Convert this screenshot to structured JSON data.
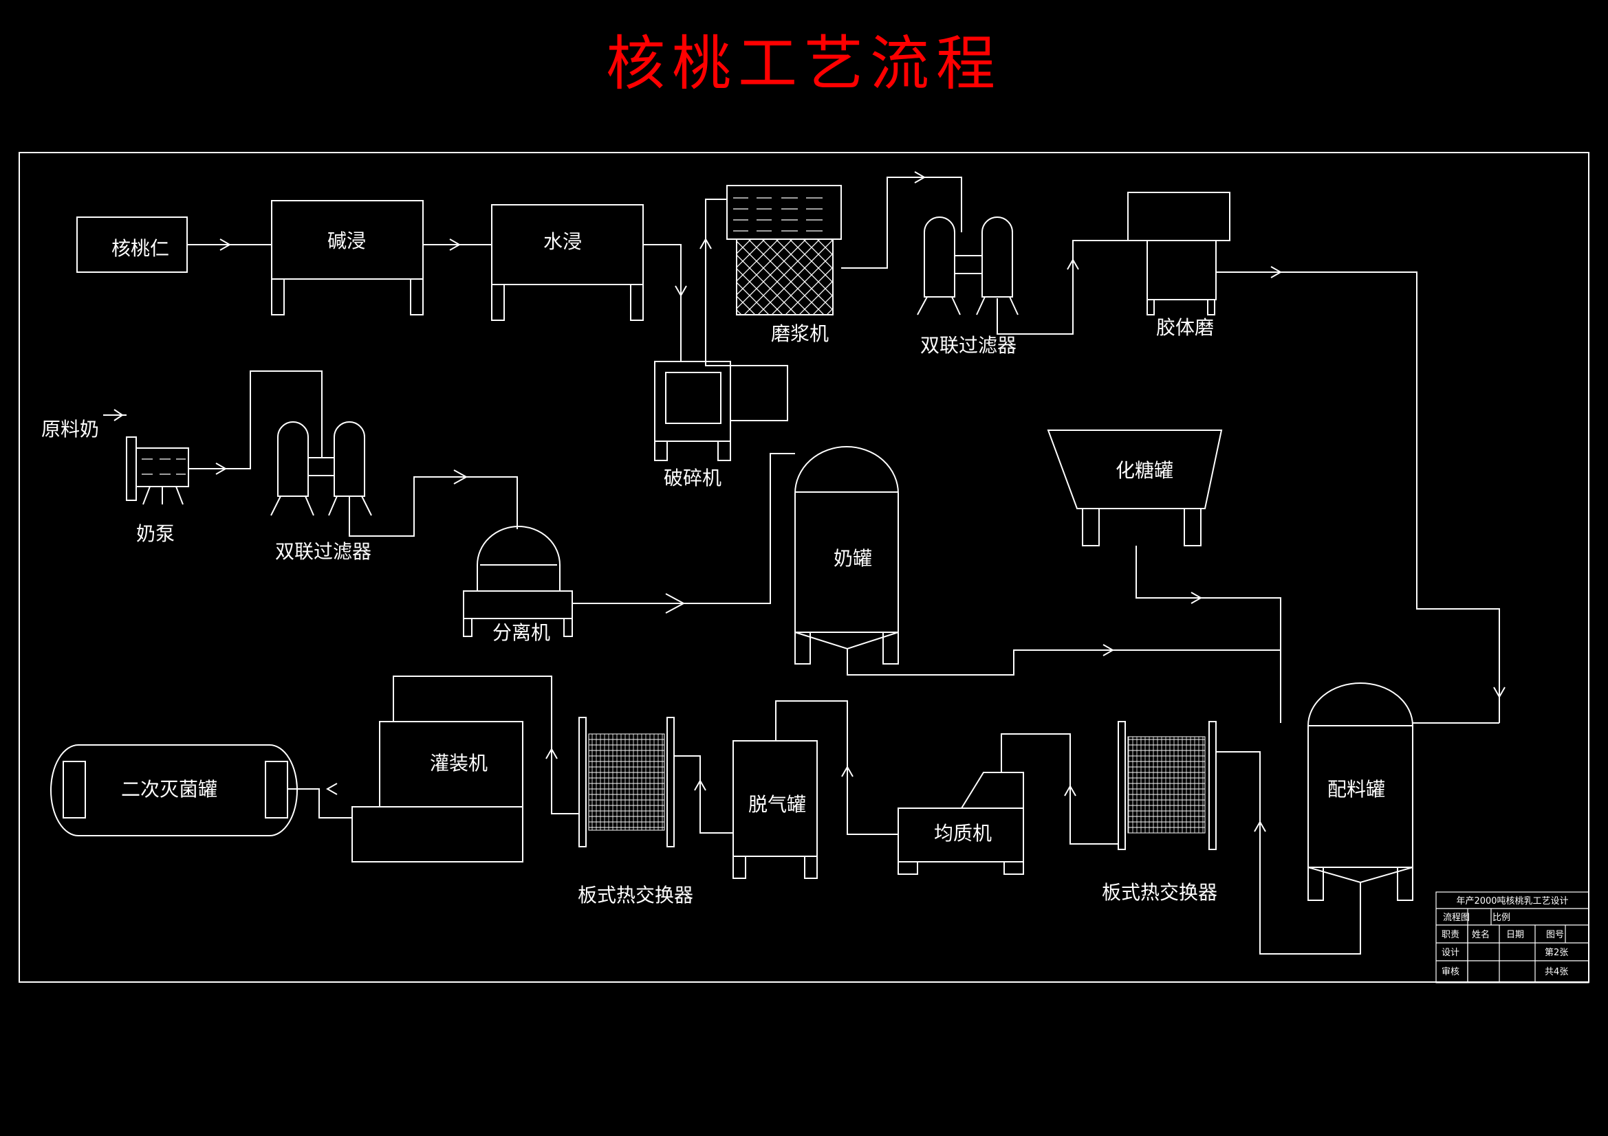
{
  "title": "核桃工艺流程",
  "labels": {
    "walnut_kernel": "核桃仁",
    "alkali_soak": "碱浸",
    "water_soak": "水浸",
    "grinder": "磨浆机",
    "duplex_filter_top": "双联过滤器",
    "colloid_mill": "胶体磨",
    "raw_milk": "原料奶",
    "milk_pump": "奶泵",
    "duplex_filter_left": "双联过滤器",
    "crusher": "破碎机",
    "separator": "分离机",
    "milk_tank": "奶罐",
    "sugar_tank": "化糖罐",
    "second_sterilizer": "二次灭菌罐",
    "filler": "灌装机",
    "plate_hx_left": "板式热交换器",
    "deaerator": "脱气罐",
    "homogenizer": "均质机",
    "plate_hx_right": "板式热交换器",
    "blending_tank": "配料罐"
  },
  "title_block": {
    "project": "年产2000吨核桃乳工艺设计",
    "drawing": "流程图",
    "scale": "比例",
    "role": "职责",
    "name": "姓名",
    "date": "日期",
    "drawing_no": "图号",
    "design": "设计",
    "sheet": "第2张",
    "review": "审核",
    "total": "共4张"
  }
}
